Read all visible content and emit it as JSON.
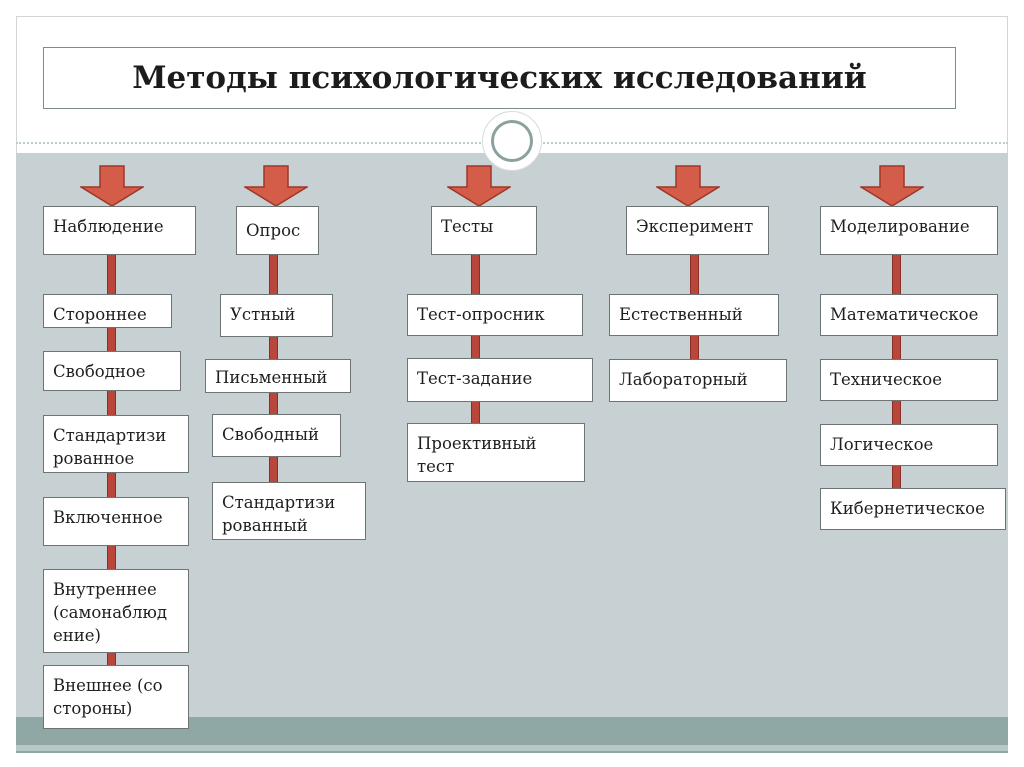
{
  "title": "Методы психологических исследований",
  "columns": [
    {
      "heading": "Наблюдение",
      "items": [
        "Стороннее",
        "Свободное",
        "Стандартизи\nрованное",
        "Включенное",
        "Внутреннее\n(самонаблюд\nение)",
        "Внешнее (со\nстороны)"
      ]
    },
    {
      "heading": "Опрос",
      "items": [
        "Устный",
        "Письменный",
        "Свободный",
        "Стандартизи\nрованный"
      ]
    },
    {
      "heading": "Тесты",
      "items": [
        "Тест-опросник",
        "Тест-задание",
        "Проективный\nтест"
      ]
    },
    {
      "heading": "Эксперимент",
      "items": [
        "Естественный",
        "Лабораторный"
      ]
    },
    {
      "heading": "Моделирование",
      "items": [
        "Математическое",
        "Техническое",
        "Логическое",
        "Кибернетическое"
      ]
    }
  ],
  "colors": {
    "arrow_fill": "#d35d48",
    "arrow_stroke": "#9e3628",
    "connector": "#b9463a",
    "background_panel": "#c7d0d3",
    "bottom_bar": "#8fa8a6"
  }
}
